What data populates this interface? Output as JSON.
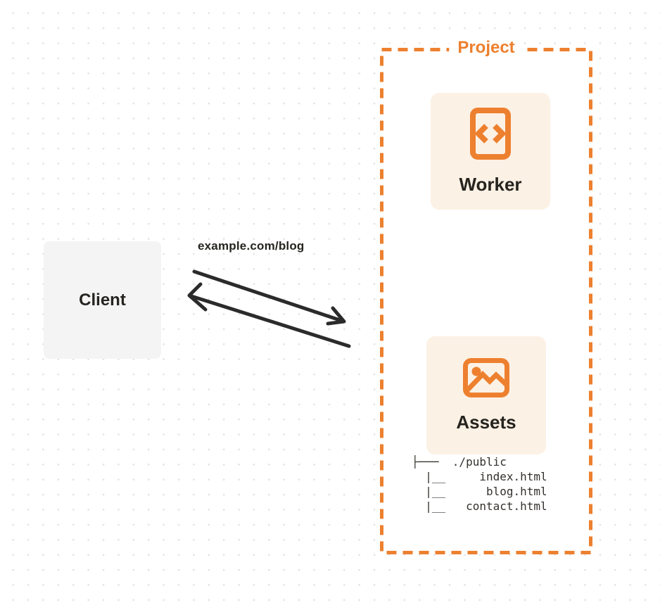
{
  "colors": {
    "orange": "#ED802F",
    "card_bg": "#FCF1E5",
    "client_bg": "#F4F4F5",
    "ink": "#26241F",
    "arrow": "#2B2B2B",
    "tree_ink": "#33312C",
    "dot": "#E3E3E5"
  },
  "client": {
    "label": "Client"
  },
  "request": {
    "url_label": "example.com/blog"
  },
  "project": {
    "title": "Project",
    "worker": {
      "label": "Worker",
      "icon": "code-file-icon"
    },
    "assets": {
      "label": "Assets",
      "icon": "image-icon",
      "file_tree": "├───  ./public\n  |__     index.html\n  |__      blog.html\n  |__   contact.html"
    }
  }
}
